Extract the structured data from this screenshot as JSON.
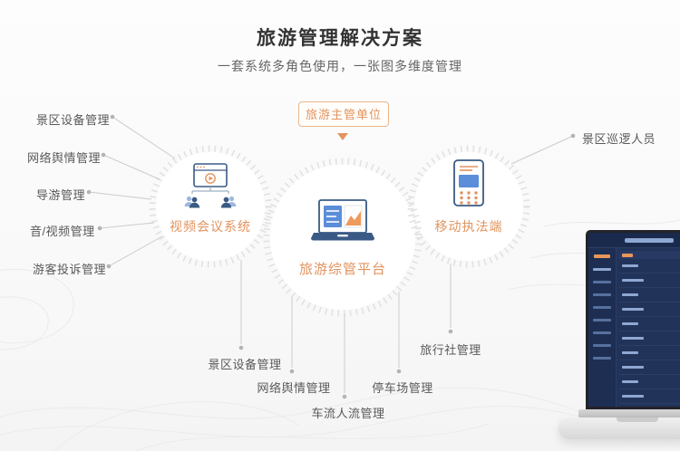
{
  "header": {
    "title": "旅游管理解决方案",
    "subtitle": "一套系统多角色使用，一张图多维度管理"
  },
  "authority": {
    "label": "旅游主管单位"
  },
  "systems": {
    "video_conference": {
      "label": "视频会议系统",
      "icon": "video-meeting-icon"
    },
    "platform": {
      "label": "旅游综管平台",
      "icon": "laptop-chart-icon"
    },
    "mobile_enforcement": {
      "label": "移动执法端",
      "icon": "handheld-terminal-icon"
    }
  },
  "left_labels": [
    "景区设备管理",
    "网络舆情管理",
    "导游管理",
    "音/视频管理",
    "游客投诉管理"
  ],
  "right_labels": [
    "景区巡逻人员"
  ],
  "bottom_labels": [
    "景区设备管理",
    "网络舆情管理",
    "车流人流管理",
    "停车场管理",
    "旅行社管理"
  ],
  "colors": {
    "accent_orange": "#e2935e",
    "icon_blue_dark": "#3a5a85",
    "icon_blue_light": "#5b8dd9",
    "connector_gray": "#cccccc",
    "tick_ring_gray": "#e2e2e2",
    "dashboard_navy": "#22335a"
  }
}
